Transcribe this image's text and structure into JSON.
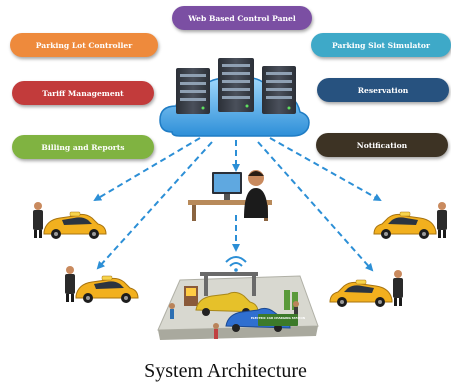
{
  "modules": [
    {
      "id": "web-panel",
      "label": "Web Based Control Panel",
      "color": "#7b4fa3"
    },
    {
      "id": "parking-lot-controller",
      "label": "Parking Lot Controller",
      "color": "#ee8a3c"
    },
    {
      "id": "parking-slot-simulator",
      "label": "Parking Slot Simulator",
      "color": "#3ea9c8"
    },
    {
      "id": "tariff-management",
      "label": "Tariff Management",
      "color": "#c23b3b"
    },
    {
      "id": "reservation",
      "label": "Reservation",
      "color": "#27527f"
    },
    {
      "id": "billing-and-reports",
      "label": "Billing and Reports",
      "color": "#80b341"
    },
    {
      "id": "notification",
      "label": "Notification",
      "color": "#3d3324"
    }
  ],
  "station_sign": "ELECTRIC CAR CHARGING STATION",
  "caption": "System Architecture",
  "colors": {
    "cloud": "#3fa3e3",
    "connector": "#2c8fd6",
    "taxi": "#f2b01e",
    "server": "#3b3f48"
  }
}
